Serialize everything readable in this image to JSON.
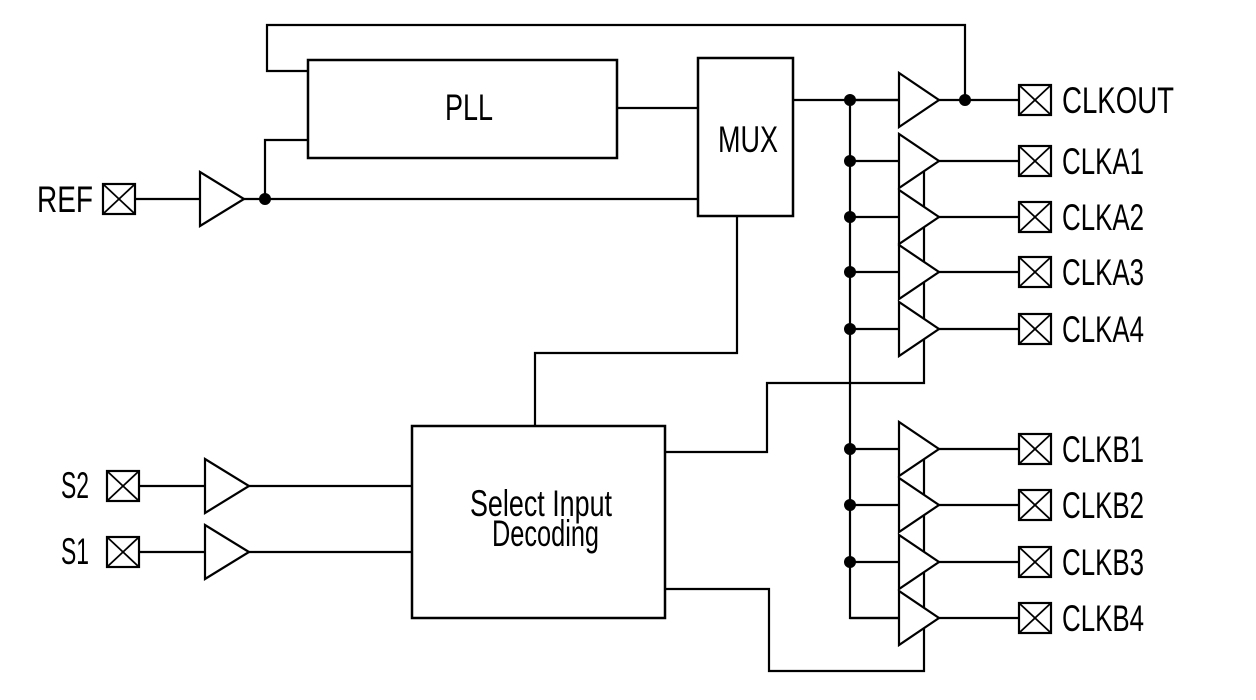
{
  "diagram": {
    "background_color": "#ffffff",
    "line_color": "#000000",
    "text_color": "#000000",
    "blocks": {
      "pll": {
        "label": "PLL"
      },
      "mux": {
        "label": "MUX"
      },
      "select_input_decoding": {
        "label_line1": "Select Input",
        "label_line2": "Decoding"
      }
    },
    "inputs": [
      {
        "label": "REF"
      },
      {
        "label": "S2"
      },
      {
        "label": "S1"
      }
    ],
    "outputs": [
      {
        "label": "CLKOUT"
      },
      {
        "label": "CLKA1"
      },
      {
        "label": "CLKA2"
      },
      {
        "label": "CLKA3"
      },
      {
        "label": "CLKA4"
      },
      {
        "label": "CLKB1"
      },
      {
        "label": "CLKB2"
      },
      {
        "label": "CLKB3"
      },
      {
        "label": "CLKB4"
      }
    ],
    "icons": {
      "bond_pad": "box-with-x-pad-icon",
      "buffer": "triangle-buffer-icon",
      "junction": "filled-junction-dot"
    }
  }
}
